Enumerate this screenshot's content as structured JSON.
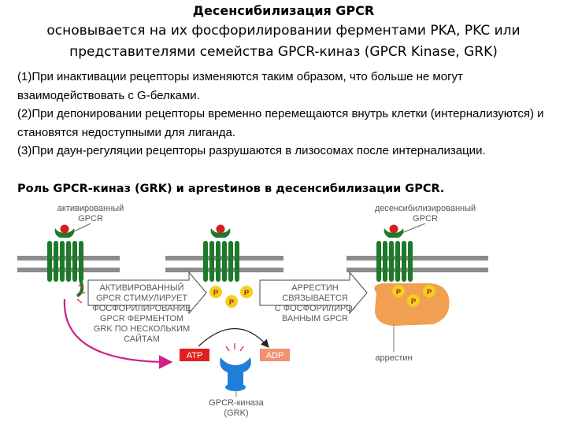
{
  "title": "Десенсибилизация GPCR",
  "subtitle": "основывается на их фосфорилировании ферментами PKA, PKC или представителями семейства GPCR-киназ (GPCR Kinase, GRK)",
  "points": [
    "(1)При инактивации рецепторы изменяются таким образом, что больше не могут  взаимодействовать с G-белками.",
    "(2)При депонировании рецепторы временно перемещаются внутрь клетки (интернализуются) и становятся недоступными для лиганда.",
    "(3)При даун-регуляции рецепторы разрушаются в лизосомах после интернализации."
  ],
  "caption": "Роль GPCR-киназ (GRK) и арrestинов в десенсибилизации GPCR.",
  "diagram": {
    "activated_label": [
      "активированный",
      "GPCR"
    ],
    "desensitized_label": [
      "десенсибилизированный",
      "GPCR"
    ],
    "step1": [
      "АКТИВИРОВАННЫЙ",
      "GPCR СТИМУЛИРУЕТ",
      "ФОСФОРИЛИРОВАНИЕ",
      "GPCR ФЕРМЕНТОМ",
      "GRK ПО НЕСКОЛЬКИМ",
      "САЙТАМ"
    ],
    "step2": [
      "АРРЕСТИН",
      "СВЯЗЫВАЕТСЯ",
      "С ФОСФОРИЛИРО-",
      "ВАННЫМ GPCR"
    ],
    "atp": "ATP",
    "adp": "ADP",
    "phosphate": "P",
    "arrestin_label": "аррестин",
    "kinase_label": [
      "GPCR-киназа",
      "(GRK)"
    ],
    "colors": {
      "receptor": "#1d7a2a",
      "membrane": "#8c8c8c",
      "ligand": "#d21f1f",
      "phosphate": "#f0d020",
      "arrestin": "#f0a050",
      "kinase": "#1f7fd8",
      "atp": "#e02020",
      "adp": "#f29070",
      "arrow": "#d0208a"
    }
  }
}
